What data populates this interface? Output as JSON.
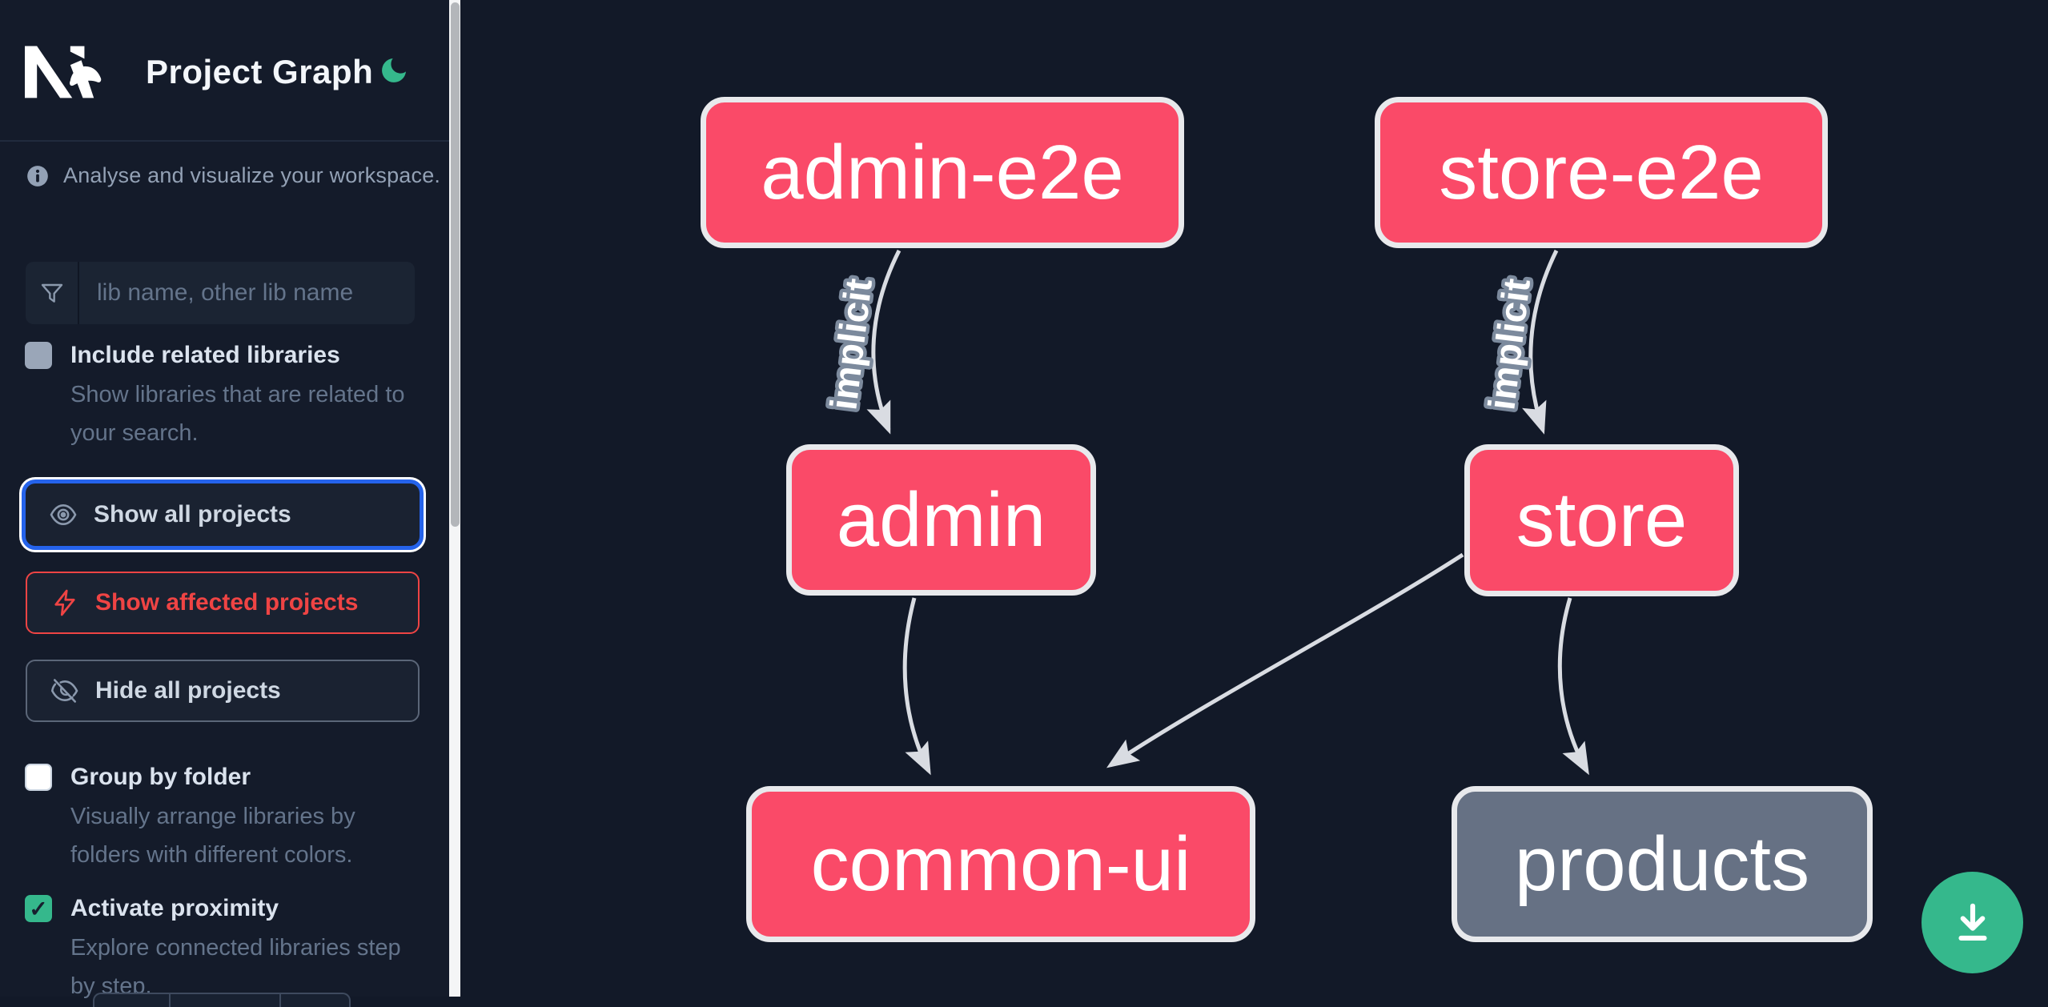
{
  "app": {
    "title": "Project Graph"
  },
  "header": {
    "logo": "nx-logo",
    "theme_toggle_icon": "moon-icon",
    "accent_green": "#35b88c"
  },
  "sidebar": {
    "tagline": "Analyse and visualize your workspace.",
    "search": {
      "placeholder": "lib name, other lib name",
      "icon": "funnel-icon",
      "value": ""
    },
    "checkboxes": [
      {
        "id": "include-related",
        "label": "Include related libraries",
        "description": "Show libraries that are related to your search.",
        "checked": false
      },
      {
        "id": "group-by-folder",
        "label": "Group by folder",
        "description": "Visually arrange libraries by folders with different colors.",
        "checked": false
      },
      {
        "id": "activate-proximity",
        "label": "Activate proximity",
        "description": "Explore connected libraries step by step.",
        "checked": true,
        "checkmark": "✓"
      }
    ],
    "actions": [
      {
        "id": "show-all-projects",
        "label": "Show all projects",
        "icon": "eye-icon",
        "state": "focused"
      },
      {
        "id": "show-affected-projects",
        "label": "Show affected projects",
        "icon": "bolt-icon",
        "state": "danger"
      },
      {
        "id": "hide-all-projects",
        "label": "Hide all projects",
        "icon": "eye-off-icon",
        "state": "default"
      }
    ]
  },
  "graph": {
    "nodes": [
      {
        "id": "admin-e2e",
        "label": "admin-e2e",
        "type": "app"
      },
      {
        "id": "store-e2e",
        "label": "store-e2e",
        "type": "app"
      },
      {
        "id": "admin",
        "label": "admin",
        "type": "app"
      },
      {
        "id": "store",
        "label": "store",
        "type": "app"
      },
      {
        "id": "common-ui",
        "label": "common-ui",
        "type": "lib"
      },
      {
        "id": "products",
        "label": "products",
        "type": "lib-unfocused"
      }
    ],
    "edges": [
      {
        "source": "admin-e2e",
        "target": "admin",
        "label": "implicit"
      },
      {
        "source": "store-e2e",
        "target": "store",
        "label": "implicit"
      },
      {
        "source": "admin",
        "target": "common-ui",
        "label": ""
      },
      {
        "source": "store",
        "target": "common-ui",
        "label": ""
      },
      {
        "source": "store",
        "target": "products",
        "label": ""
      }
    ]
  },
  "fab": {
    "icon": "download-icon"
  },
  "colors": {
    "background": "#121928",
    "sidebar_background": "#141b2a",
    "node_pink": "#fa4a68",
    "node_gray": "#667184",
    "node_border": "#e8e9ec",
    "edge_gray": "#d9dce2",
    "accent_green": "#35b88c",
    "focus_ring_blue": "#2563eb",
    "danger_red": "#ef4444",
    "text_primary": "#f3f6fa",
    "text_muted": "#64748b"
  }
}
